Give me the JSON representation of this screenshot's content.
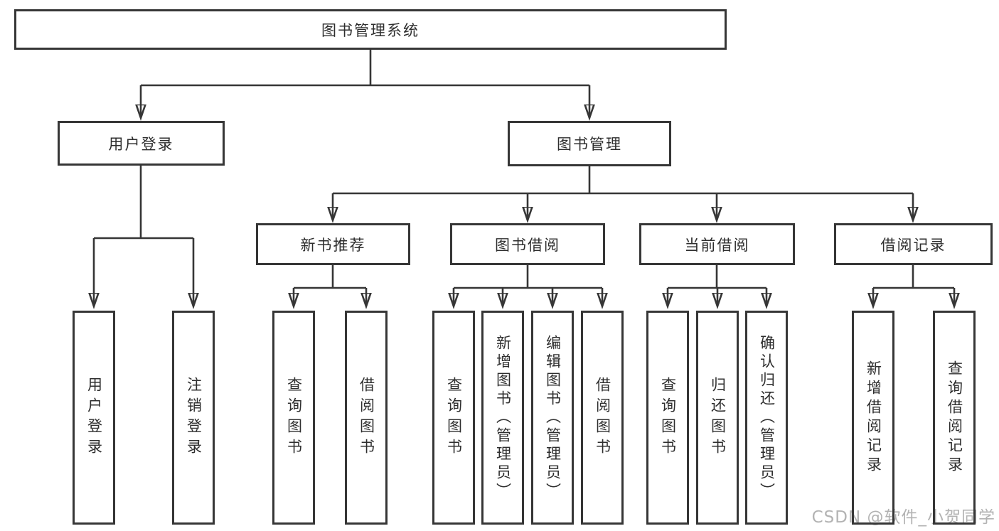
{
  "nodes": {
    "root": "图书管理系统",
    "user_login": "用户登录",
    "book_management": "图书管理",
    "new_book_recommend": "新书推荐",
    "book_borrowing": "图书借阅",
    "current_borrowing": "当前借阅",
    "borrowing_records": "借阅记录",
    "leaf_user_login": "用户登录",
    "leaf_logout": "注销登录",
    "leaf_query_books_1": "查询图书",
    "leaf_borrow_books_1": "借阅图书",
    "leaf_query_books_2": "查询图书",
    "leaf_add_book_admin": "新增图书（管理员）",
    "leaf_edit_book_admin": "编辑图书（管理员）",
    "leaf_borrow_books_2": "借阅图书",
    "leaf_query_books_3": "查询图书",
    "leaf_return_books": "归还图书",
    "leaf_confirm_return_admin": "确认归还（管理员）",
    "leaf_add_borrow_record": "新增借阅记录",
    "leaf_query_borrow_record": "查询借阅记录"
  },
  "watermark": "CSDN @软件_小贺同学",
  "colors": {
    "line": "#363636",
    "text": "#2e2e2e",
    "watermark": "#b3b3b3",
    "background": "#ffffff"
  }
}
